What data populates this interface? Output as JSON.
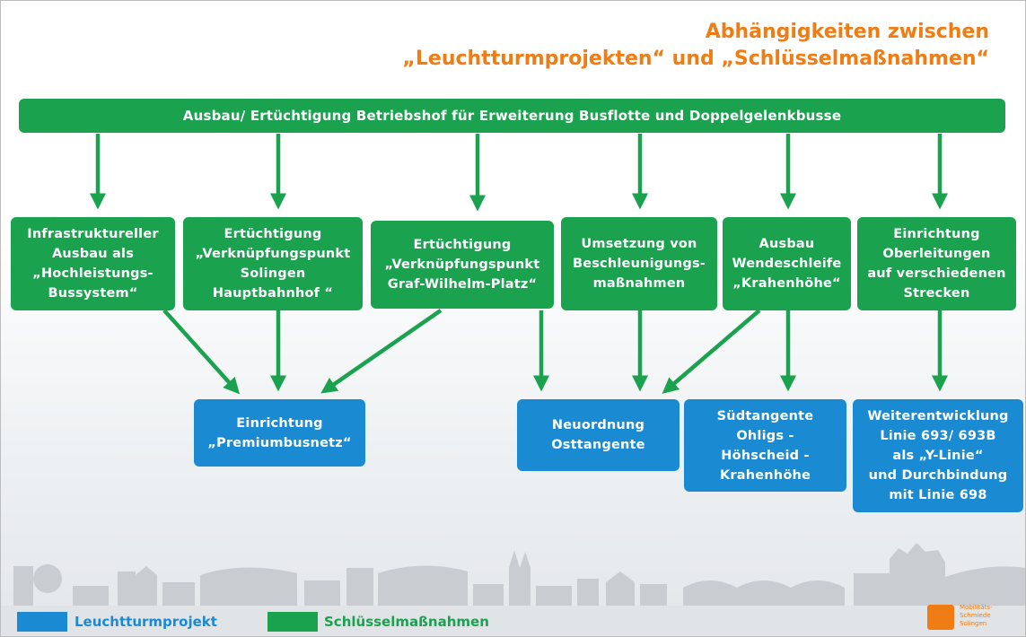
{
  "title": {
    "line1": "Abhängigkeiten zwischen",
    "line2": "„Leuchtturmprojekten“ und „Schlüsselmaßnahmen“"
  },
  "colors": {
    "green": "#1aa24f",
    "blue": "#1a8ad2",
    "title_orange": "#f07d14"
  },
  "top_bar": "Ausbau/ Ertüchtigung Betriebshof für Erweiterung Busflotte und Doppelgelenkbusse",
  "key_measures": [
    "Infrastruktureller\nAusbau als\n„Hochleistungs-\nBussystem“",
    "Ertüchtigung\n„Verknüpfungspunkt\nSolingen\nHauptbahnhof “",
    "Ertüchtigung\n„Verknüpfungspunkt\nGraf-Wilhelm-Platz“",
    "Umsetzung von\nBeschleunigungs-\nmaßnahmen",
    "Ausbau\nWendeschleife\n„Krahenhöhe“",
    "Einrichtung\nOberleitungen\nauf verschiedenen\nStrecken"
  ],
  "lighthouse_projects": [
    "Einrichtung\n„Premiumbusnetz“",
    "Neuordnung\nOsttangente",
    "Südtangente\nOhligs -\nHöhscheid -\nKrahenhöhe",
    "Weiterentwicklung\nLinie 693/ 693B\nals „Y-Linie“\nund Durchbindung\nmit Linie 698"
  ],
  "legend": {
    "lighthouse": "Leuchtturmprojekt",
    "key": "Schlüsselmaßnahmen"
  },
  "logo_text": "Mobilitäts-\nSchmiede\nSolingen"
}
